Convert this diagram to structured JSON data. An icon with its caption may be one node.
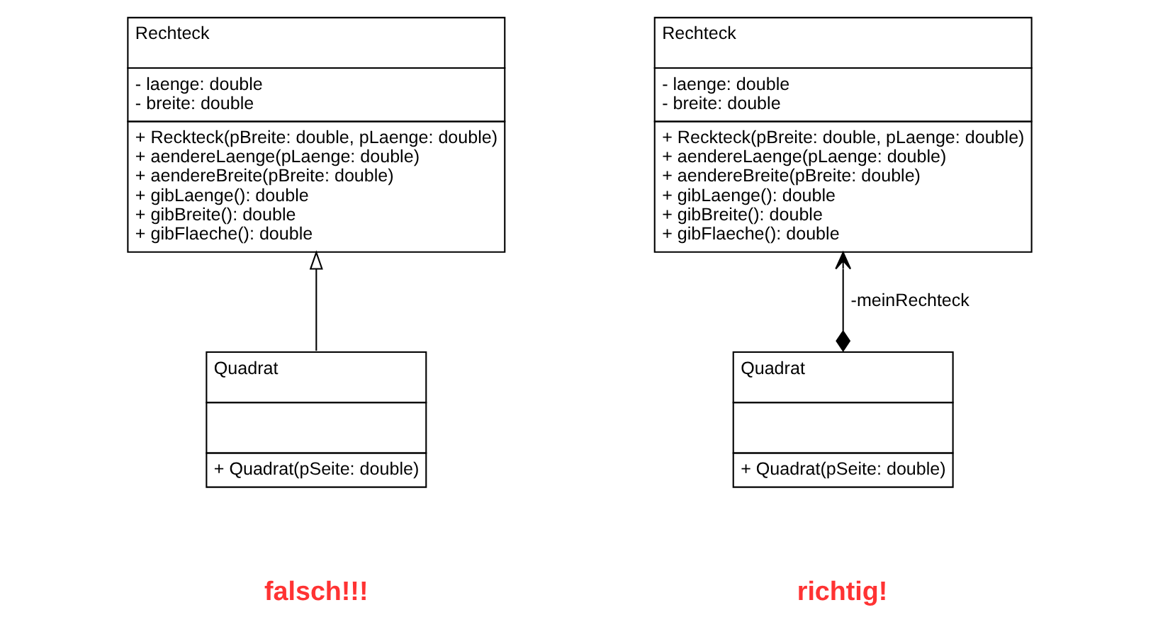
{
  "diagram": {
    "nodes": [
      {
        "text": [
          "Rechteck",
          "- laenge: double",
          "- breite: double",
          "+ Reckteck(pBreite: double, pLaenge: double)",
          "+ aendereLaenge(pLaenge: double)",
          "+ aendereBreite(pBreite: double)",
          "+ gibLaenge(): double",
          "+ gibBreite(): double",
          "+ gibFlaeche(): double"
        ]
      },
      {
        "text": [
          "Rechteck",
          "- laenge: double",
          "- breite: double",
          "+ Reckteck(pBreite: double, pLaenge: double)",
          "+ aendereLaenge(pLaenge: double)",
          "+ aendereBreite(pBreite: double)",
          "+ gibLaenge(): double",
          "+ gibBreite(): double",
          "+ gibFlaeche(): double"
        ]
      },
      {
        "text": [
          "Quadrat",
          "+ Quadrat(pSeite: double)"
        ]
      },
      {
        "text": [
          "Quadrat",
          "+ Quadrat(pSeite: double)"
        ]
      }
    ],
    "edges": [
      {
        "from": 2,
        "to": 0,
        "arrow": "to"
      },
      {
        "from": 3,
        "to": 1,
        "arrow": "to",
        "label": "-meinRechteck"
      }
    ],
    "labels": [
      "falsch!!!",
      "richtig!"
    ]
  }
}
